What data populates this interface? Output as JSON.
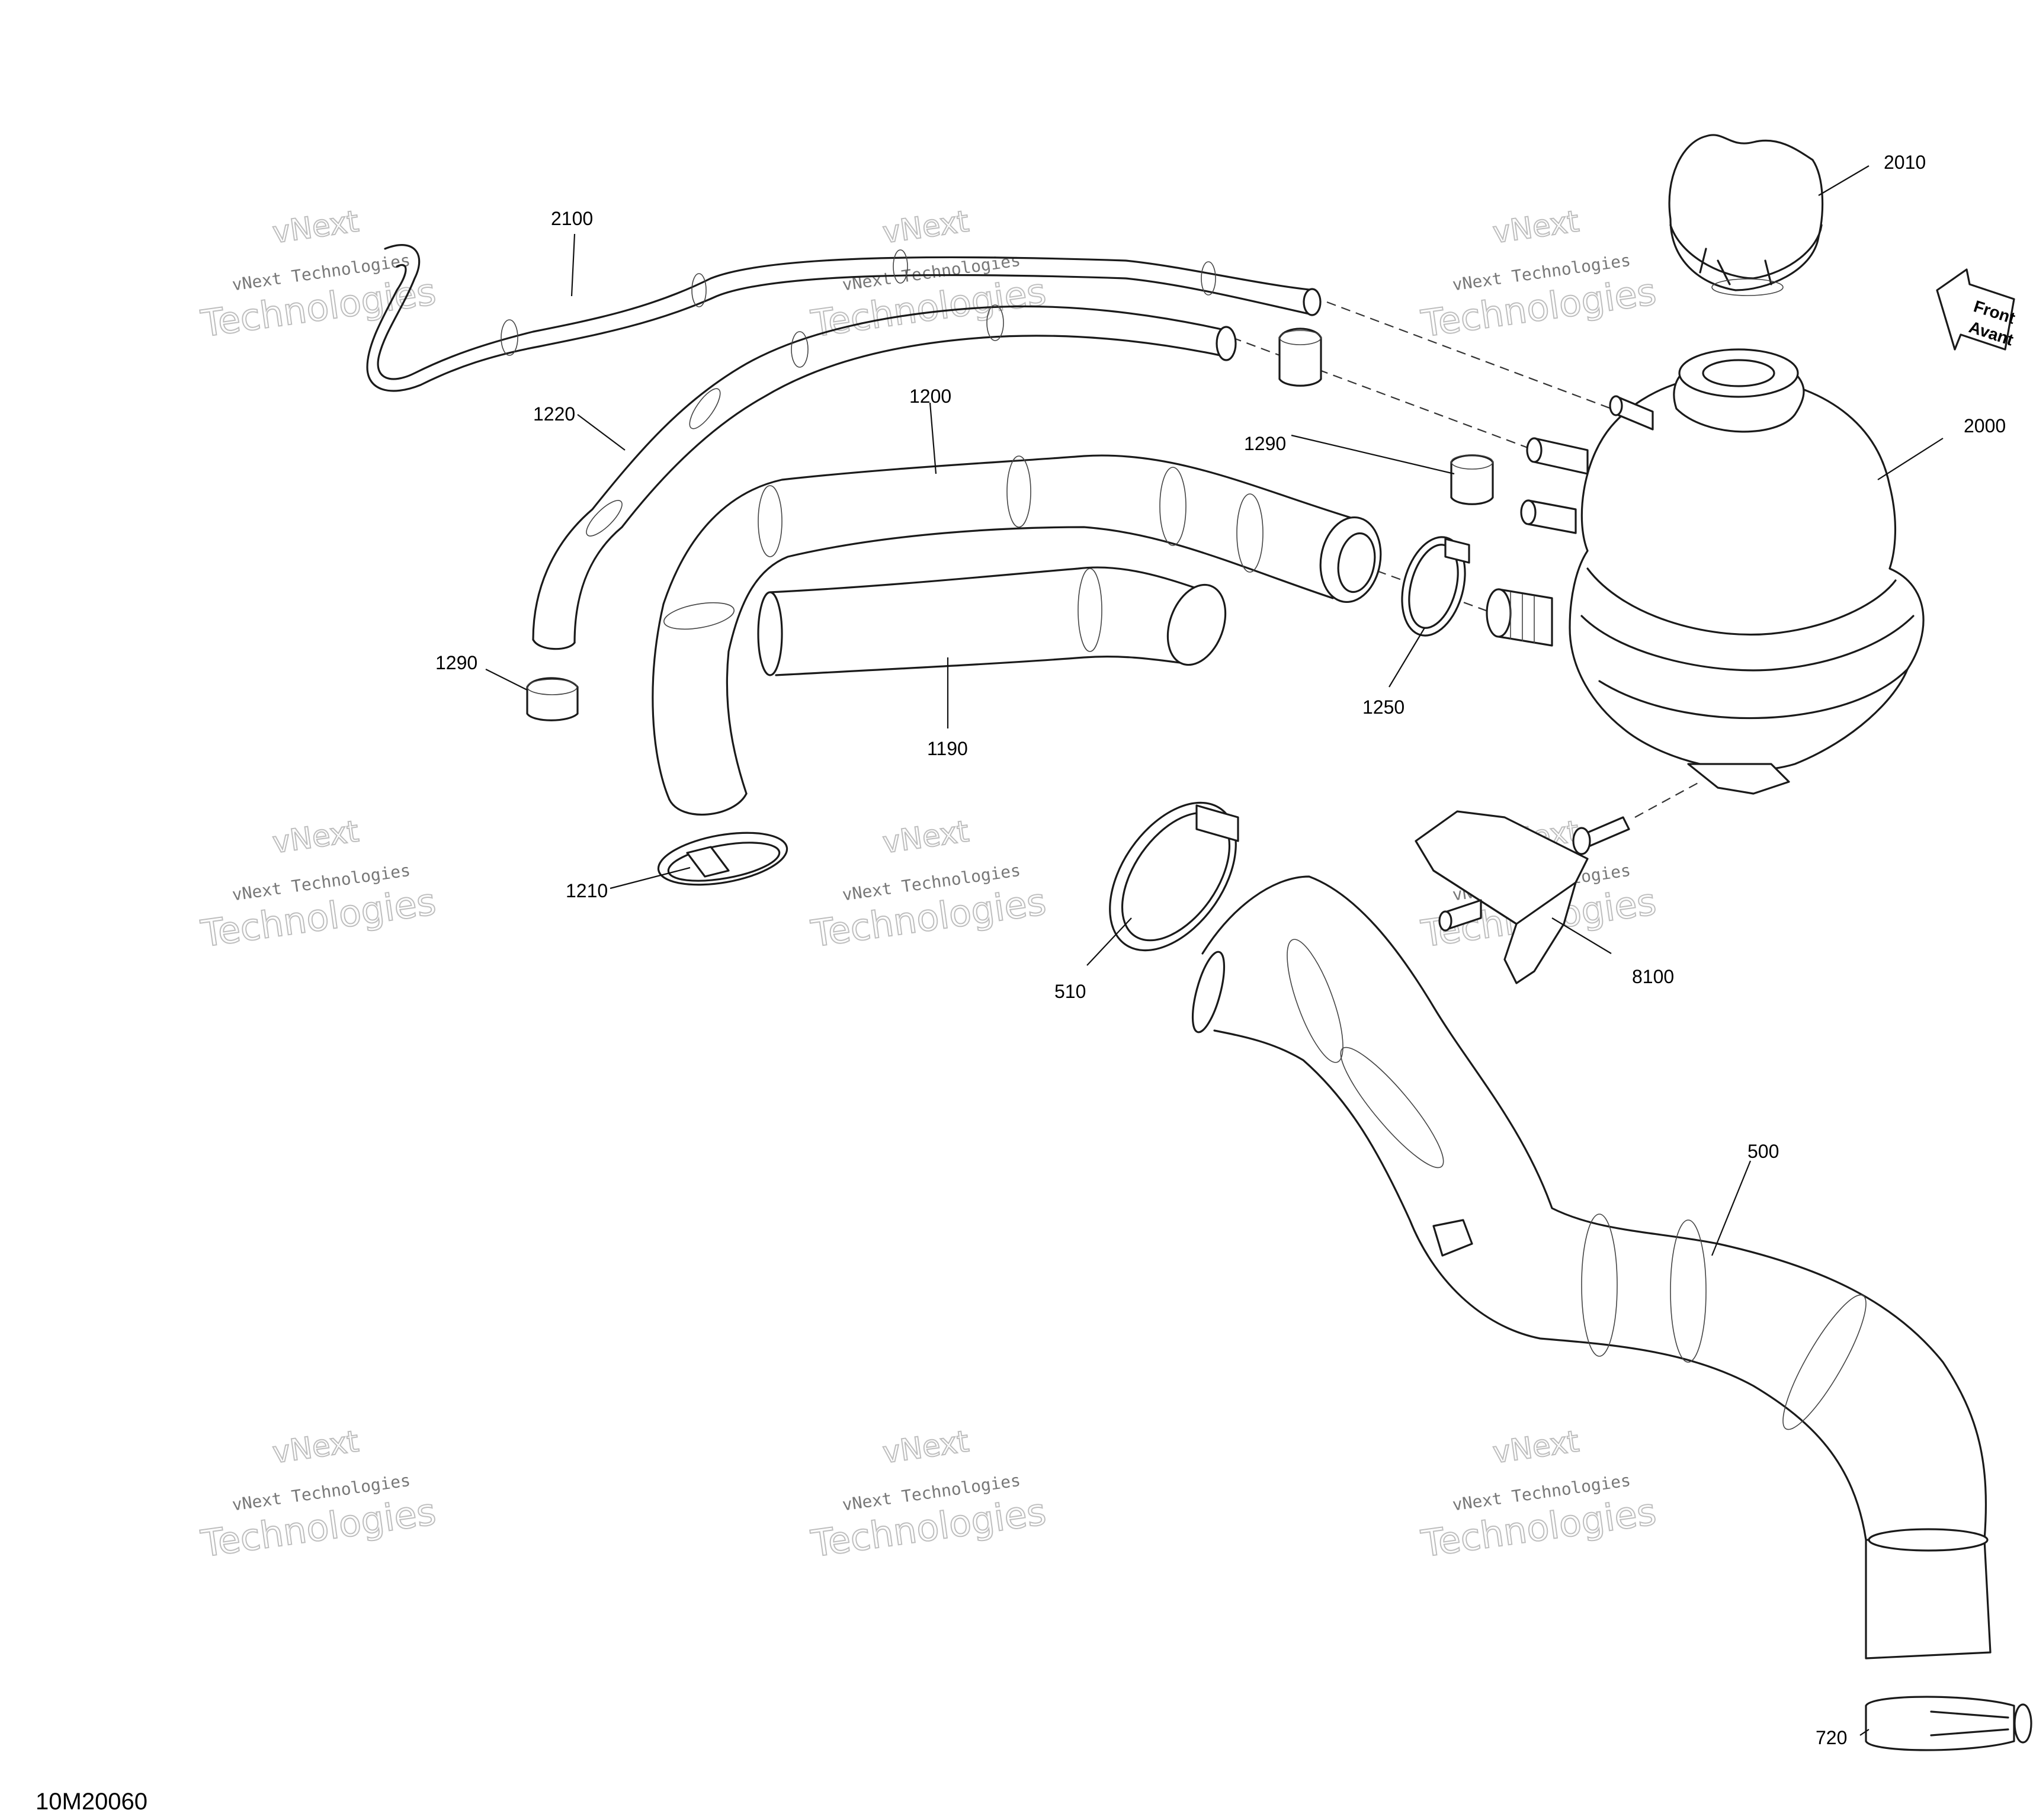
{
  "diagram_id": "10M20060",
  "front_indicator": {
    "line1": "Front",
    "line2": "Avant"
  },
  "watermark": {
    "line1": "vNext Technologies",
    "line2": "Technologies",
    "line3": "vNext"
  },
  "callouts": {
    "c2010": "2010",
    "c2100": "2100",
    "c2000": "2000",
    "c1220": "1220",
    "c1290a": "1290",
    "c1290b": "1290",
    "c1200": "1200",
    "c1190": "1190",
    "c1250": "1250",
    "c1210": "1210",
    "c510": "510",
    "c8100": "8100",
    "c500": "500",
    "c720": "720"
  }
}
